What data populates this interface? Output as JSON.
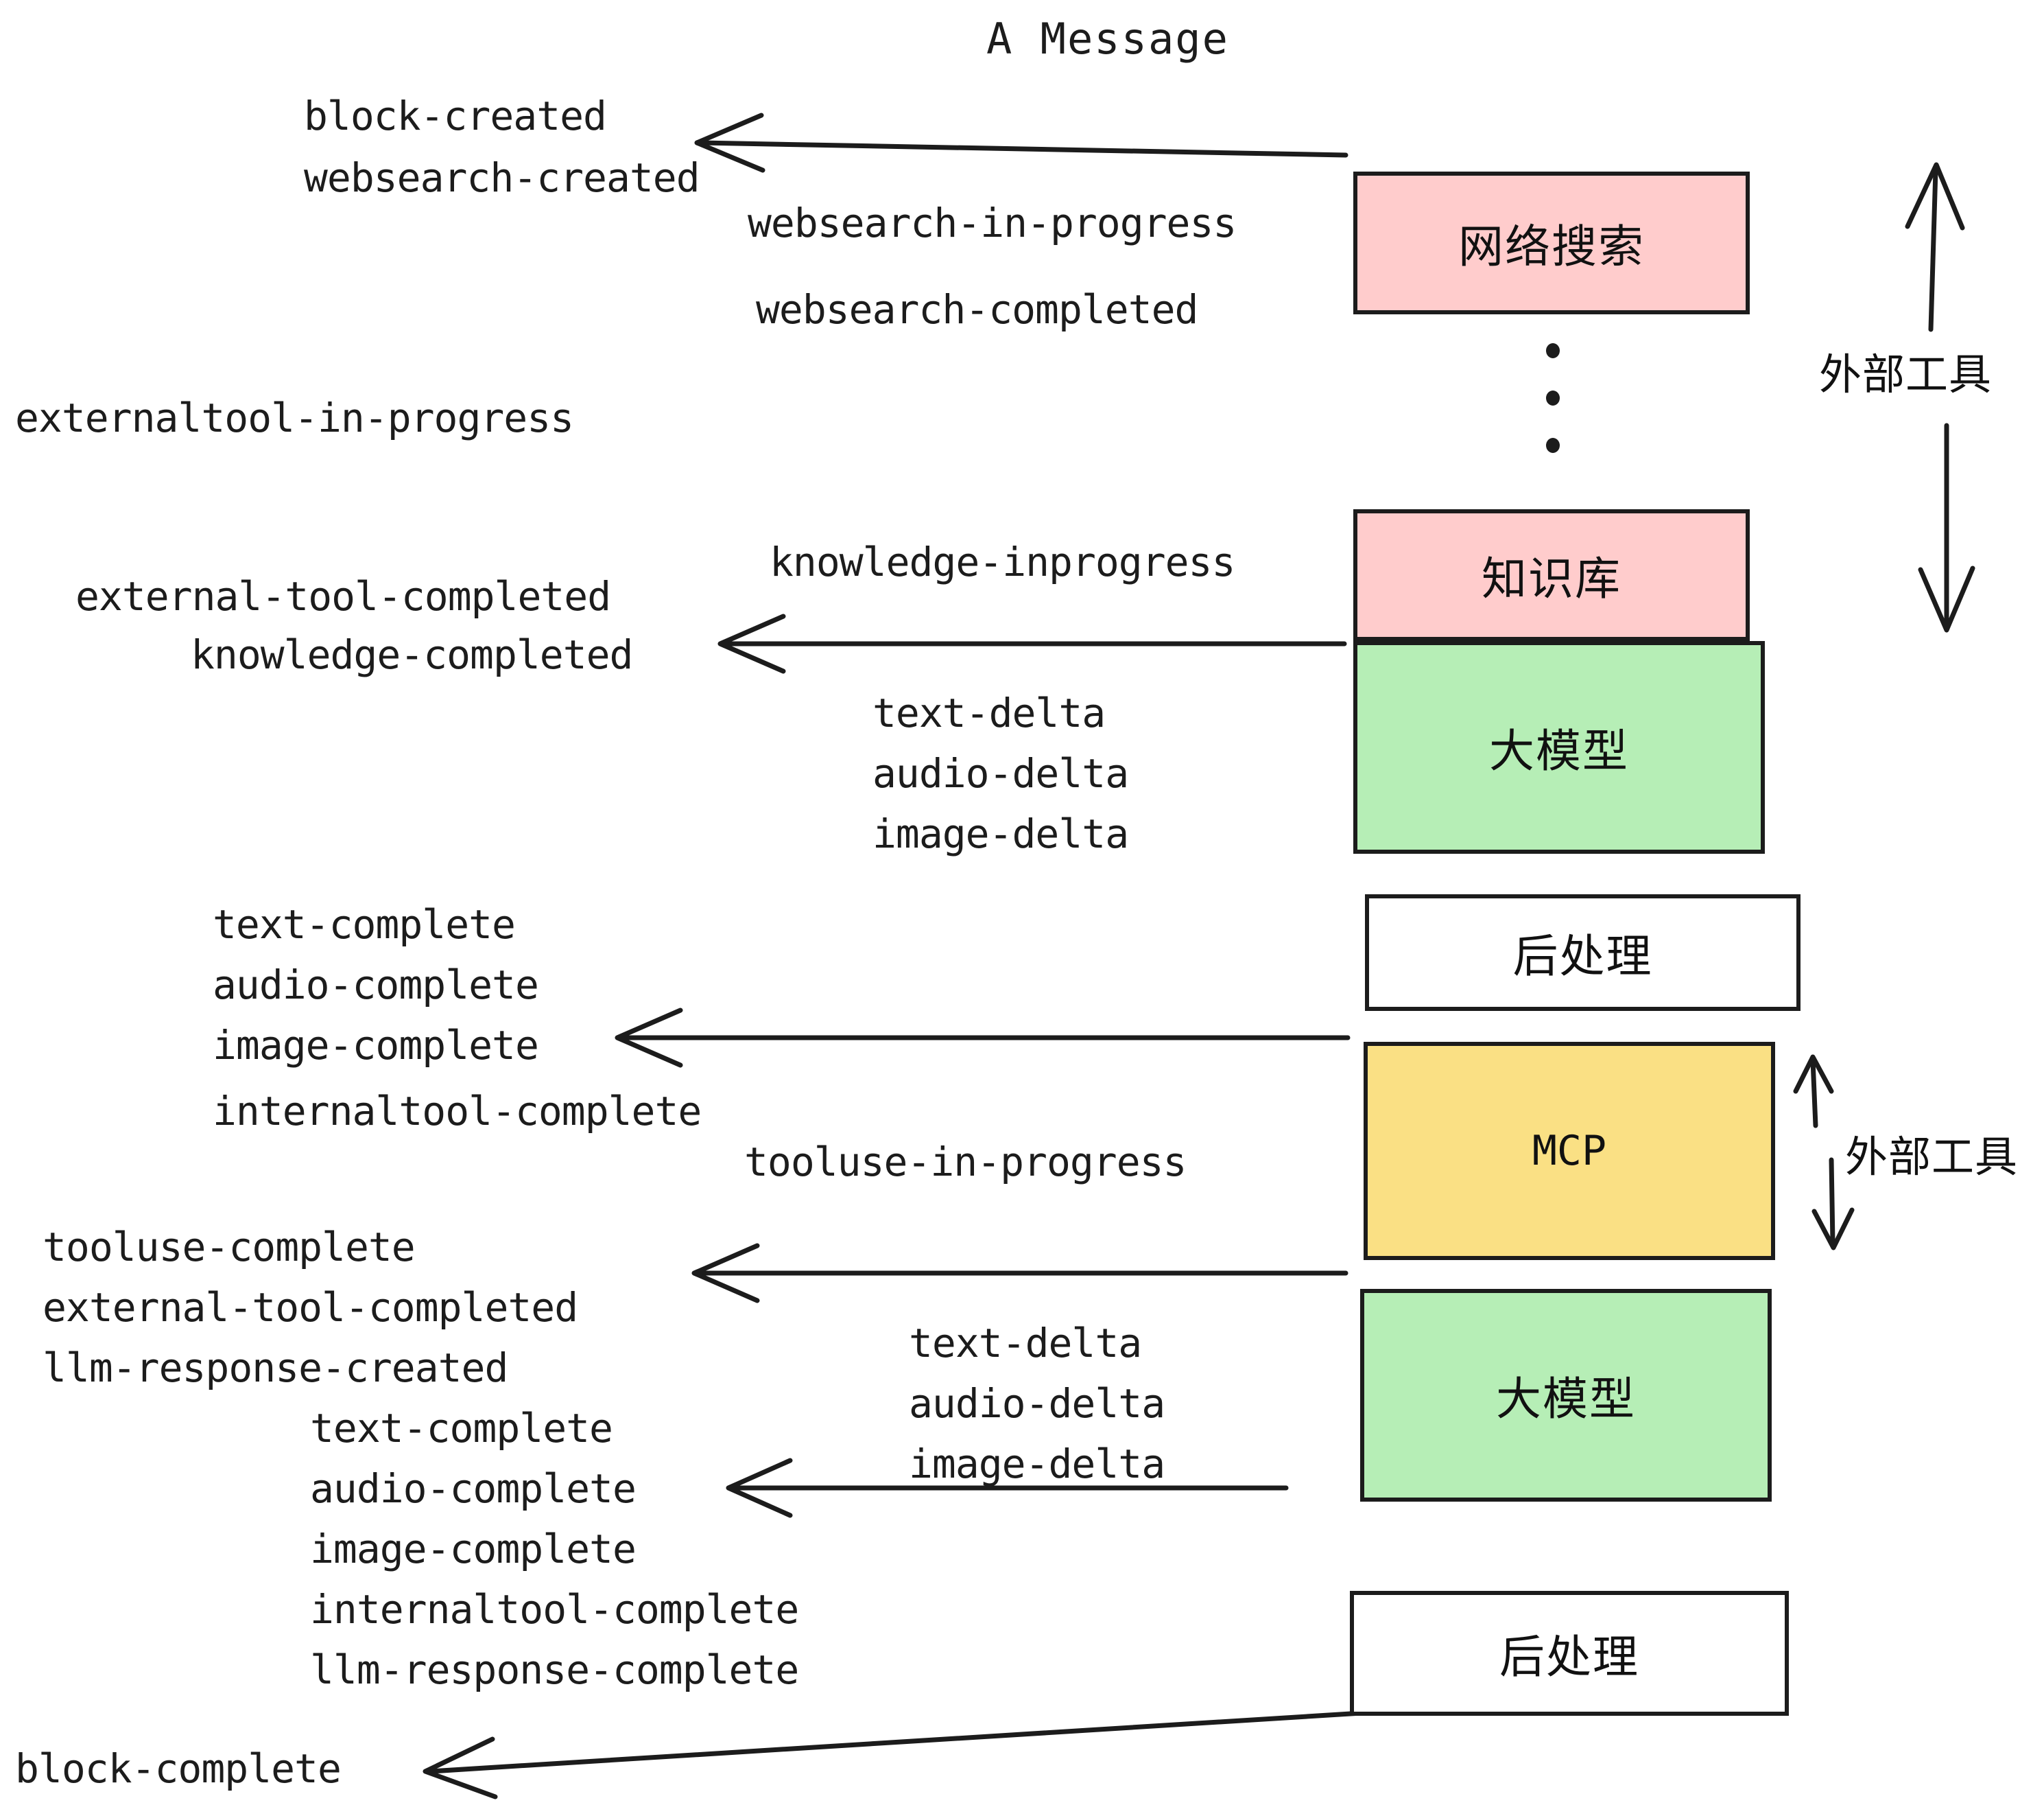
{
  "title": "A Message",
  "colors": {
    "pink": "#ffcccc",
    "green": "#b6eeb6",
    "yellow": "#fae084",
    "white": "#ffffff",
    "stroke": "#1c1c1c",
    "text": "#1c1c1c"
  },
  "nodes": [
    {
      "id": "websearch",
      "label": "网络搜索",
      "fill": "#ffcccc"
    },
    {
      "id": "knowledge",
      "label": "知识库",
      "fill": "#ffcccc"
    },
    {
      "id": "llm-top",
      "label": "大模型",
      "fill": "#b6eeb6"
    },
    {
      "id": "postprocess-top",
      "label": "后处理",
      "fill": "#ffffff"
    },
    {
      "id": "mcp",
      "label": "MCP",
      "fill": "#fae084"
    },
    {
      "id": "llm-bottom",
      "label": "大模型",
      "fill": "#b6eeb6"
    },
    {
      "id": "postprocess-bottom",
      "label": "后处理",
      "fill": "#ffffff"
    }
  ],
  "side_labels": [
    {
      "id": "external-tool-top",
      "label": "外部工具"
    },
    {
      "id": "external-tool-bottom",
      "label": "外部工具"
    }
  ],
  "events": [
    {
      "id": "block-created",
      "label": "block-created"
    },
    {
      "id": "websearch-created",
      "label": "websearch-created"
    },
    {
      "id": "websearch-in-progress",
      "label": "websearch-in-progress"
    },
    {
      "id": "websearch-completed",
      "label": "websearch-completed"
    },
    {
      "id": "externaltool-in-progress",
      "label": "externaltool-in-progress"
    },
    {
      "id": "knowledge-inprogress",
      "label": "knowledge-inprogress"
    },
    {
      "id": "external-tool-completed-1",
      "label": "external-tool-completed"
    },
    {
      "id": "knowledge-completed",
      "label": "knowledge-completed"
    },
    {
      "id": "text-delta-1",
      "label": "text-delta"
    },
    {
      "id": "audio-delta-1",
      "label": "audio-delta"
    },
    {
      "id": "image-delta-1",
      "label": "image-delta"
    },
    {
      "id": "text-complete-1",
      "label": "text-complete"
    },
    {
      "id": "audio-complete-1",
      "label": "audio-complete"
    },
    {
      "id": "image-complete-1",
      "label": "image-complete"
    },
    {
      "id": "internaltool-complete-1",
      "label": "internaltool-complete"
    },
    {
      "id": "tooluse-in-progress",
      "label": "tooluse-in-progress"
    },
    {
      "id": "tooluse-complete",
      "label": "tooluse-complete"
    },
    {
      "id": "external-tool-completed-2",
      "label": "external-tool-completed"
    },
    {
      "id": "llm-response-created",
      "label": "llm-response-created"
    },
    {
      "id": "text-delta-2",
      "label": "text-delta"
    },
    {
      "id": "audio-delta-2",
      "label": "audio-delta"
    },
    {
      "id": "image-delta-2",
      "label": "image-delta"
    },
    {
      "id": "text-complete-2",
      "label": "text-complete"
    },
    {
      "id": "audio-complete-2",
      "label": "audio-complete"
    },
    {
      "id": "image-complete-2",
      "label": "image-complete"
    },
    {
      "id": "internaltool-complete-2",
      "label": "internaltool-complete"
    },
    {
      "id": "llm-response-complete",
      "label": "llm-response-complete"
    },
    {
      "id": "block-complete",
      "label": "block-complete"
    }
  ]
}
